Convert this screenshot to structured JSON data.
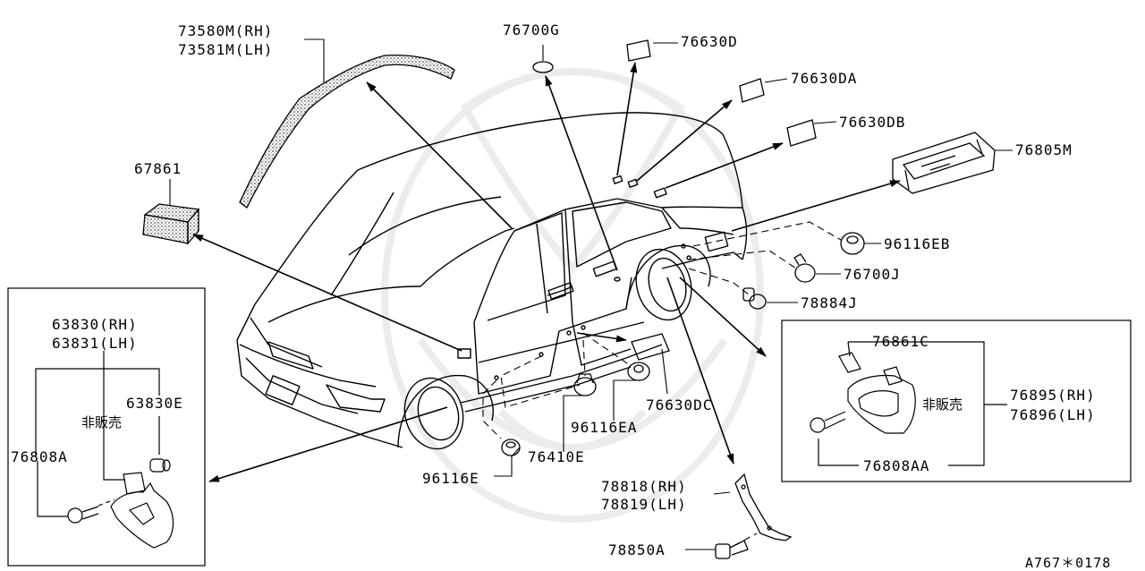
{
  "labels": {
    "molding_rh": "73580M(RH)",
    "molding_lh": "73581M(LH)",
    "g76700g": "76700G",
    "g76630d": "76630D",
    "g76630da": "76630DA",
    "g76630db": "76630DB",
    "g76805m": "76805M",
    "g67861": "67861",
    "g96116eb": "96116EB",
    "g76700j": "76700J",
    "g78884j": "78884J",
    "g63830_rh": "63830(RH)",
    "g63831_lh": "63831(LH)",
    "g63830e": "63830E",
    "not_for_sale": "非販売",
    "g76808a": "76808A",
    "g76861c": "76861C",
    "g76895_rh": "76895(RH)",
    "g76896_lh": "76896(LH)",
    "g76808aa": "76808AA",
    "g76630dc": "76630DC",
    "g96116ea": "96116EA",
    "g76410e": "76410E",
    "g96116e": "96116E",
    "g78818_rh": "78818(RH)",
    "g78819_lh": "78819(LH)",
    "g78850a": "78850A",
    "diagram_code": "A767＊0178"
  }
}
